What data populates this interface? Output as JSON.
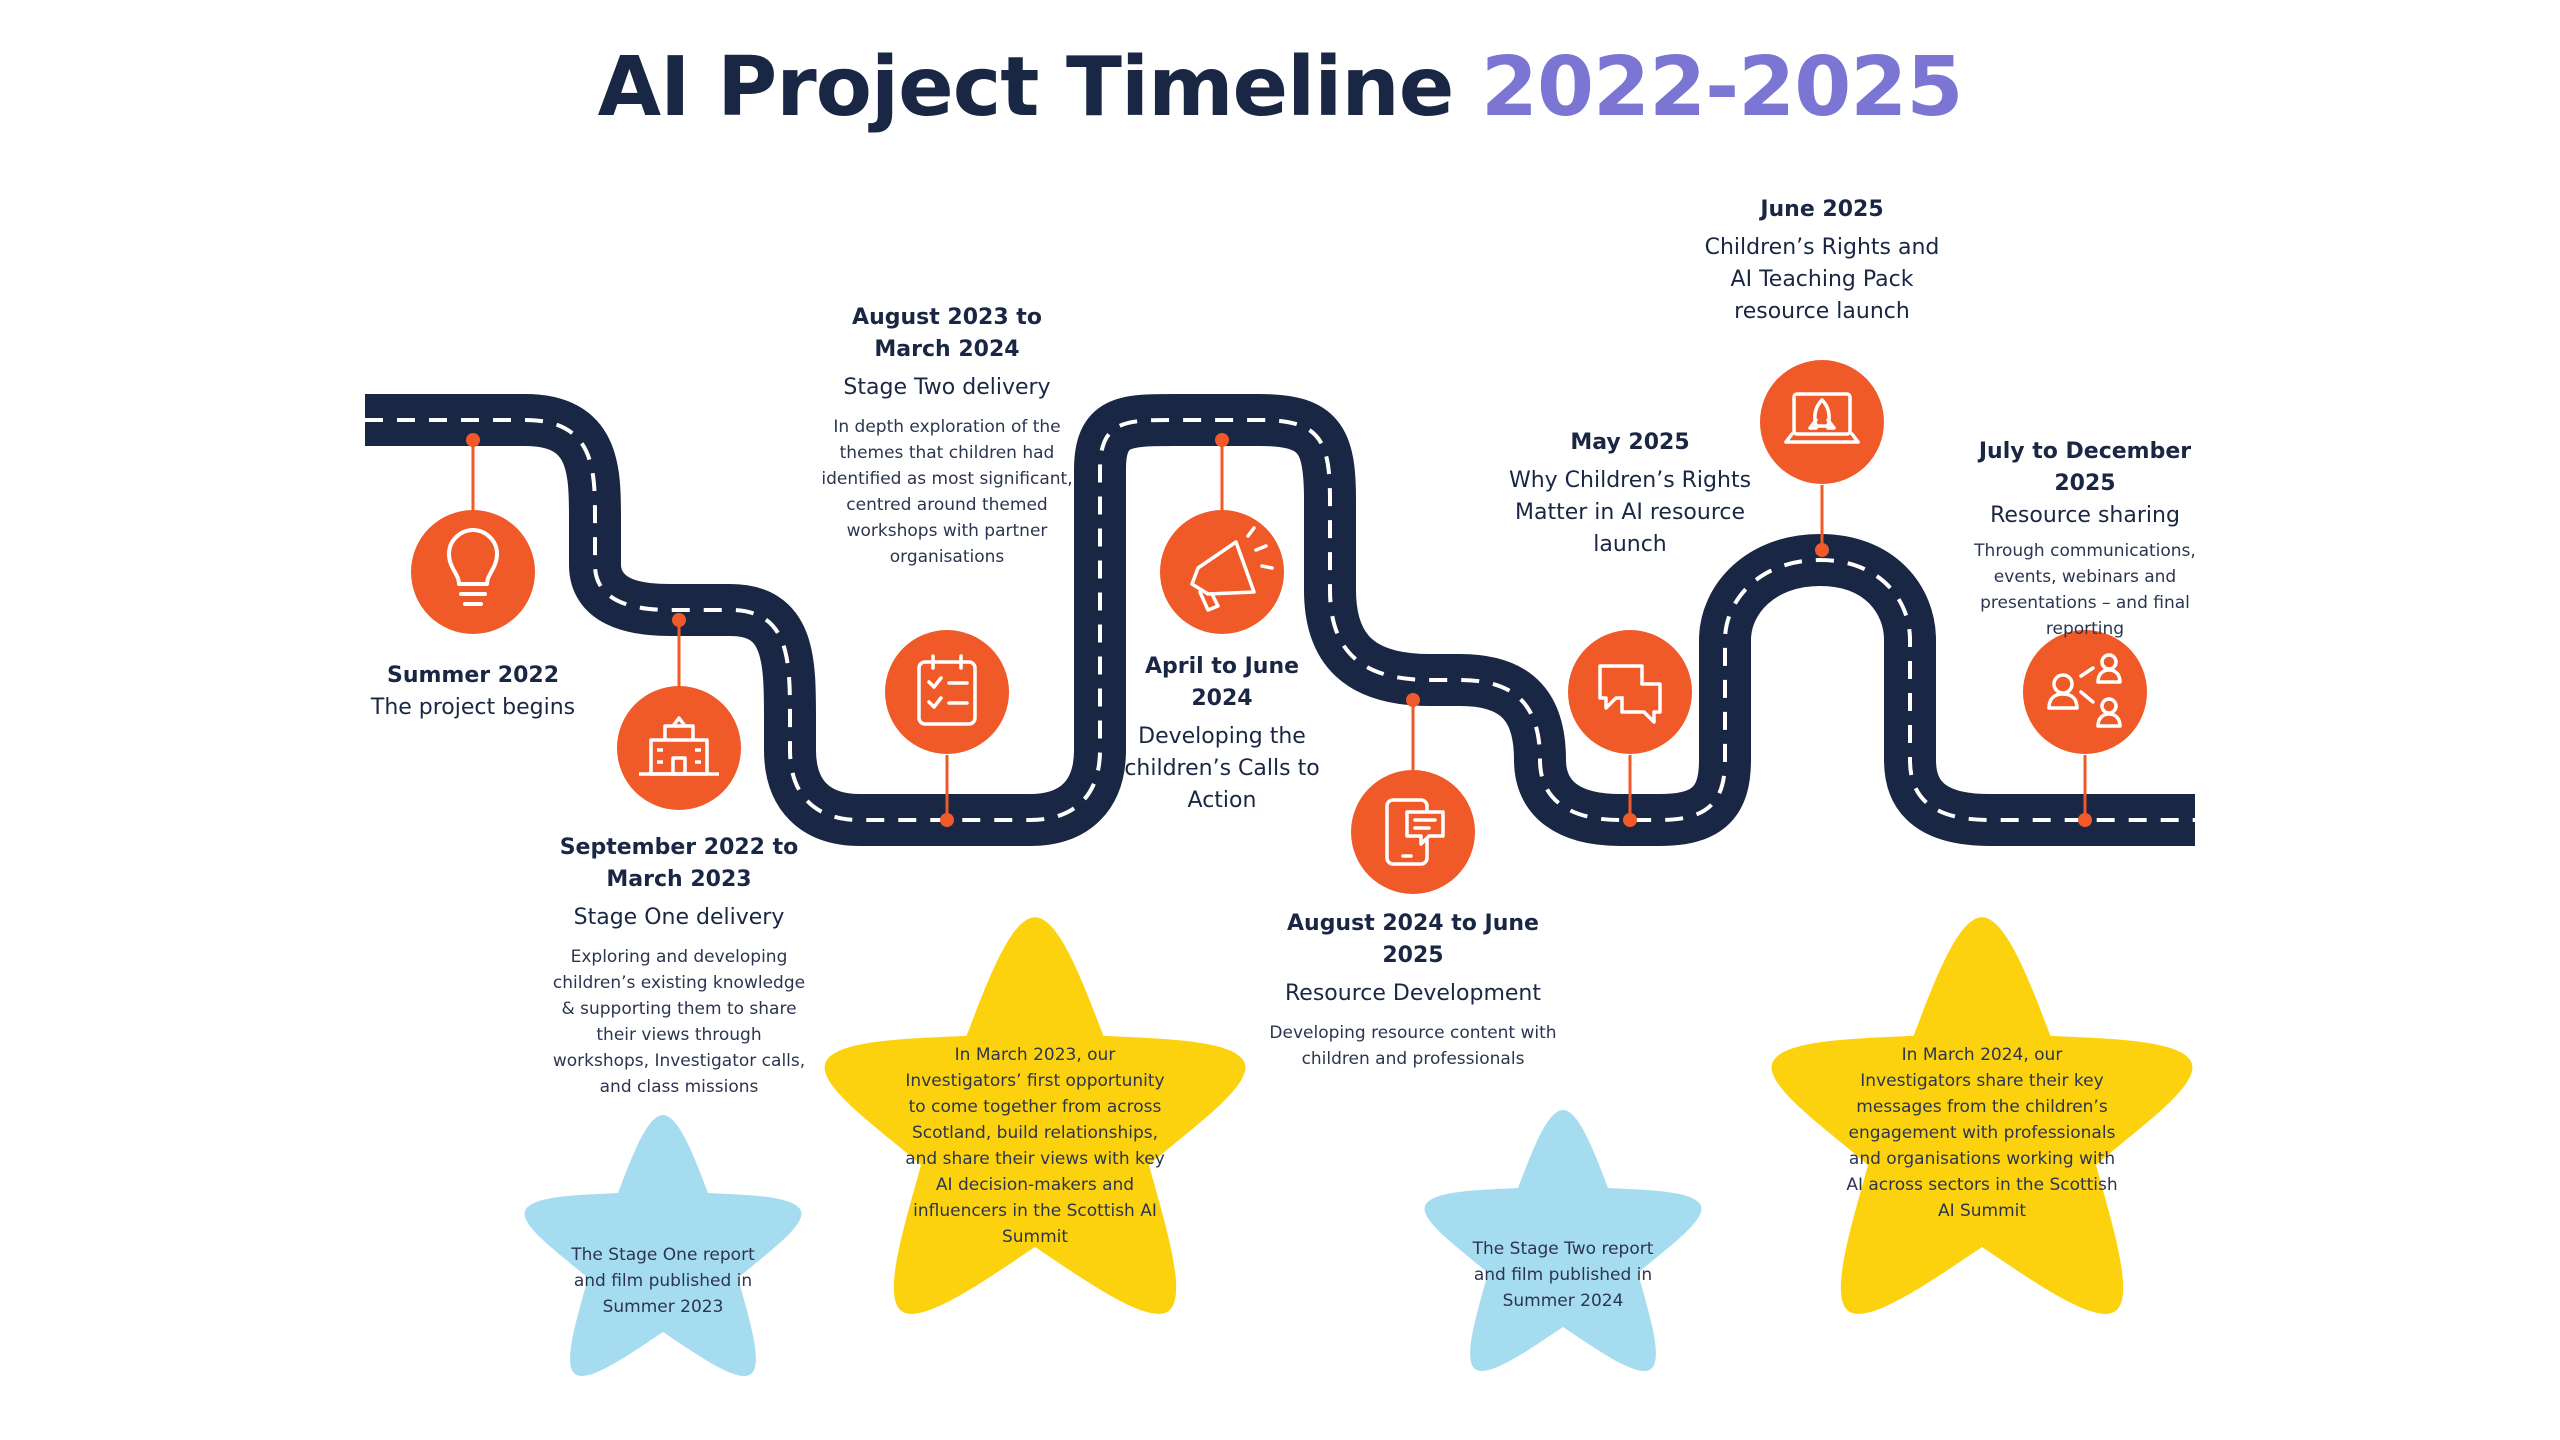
{
  "title": {
    "main": "AI Project Timeline",
    "years": "2022-2025"
  },
  "colors": {
    "road": "#1a2744",
    "accent": "#f05a28",
    "star_yellow": "#fcd20f",
    "star_blue": "#a6dcef",
    "title_years": "#7b76d4"
  },
  "milestones": [
    {
      "title": "Summer 2022",
      "subtitle": "The project begins",
      "description": "",
      "icon": "lightbulb-icon"
    },
    {
      "title": "September 2022 to March 2023",
      "subtitle": "Stage One delivery",
      "description": "Exploring and developing children’s existing knowledge & supporting them to share their views through workshops, Investigator calls, and class missions",
      "icon": "school-building-icon"
    },
    {
      "title": "August 2023 to March 2024",
      "subtitle": "Stage Two delivery",
      "description": "In depth exploration of the themes that children had identified as most significant, centred around themed workshops with partner organisations",
      "icon": "checklist-icon"
    },
    {
      "title": "April to June 2024",
      "subtitle": "Developing the children’s Calls to Action",
      "description": "",
      "icon": "megaphone-icon"
    },
    {
      "title": "August 2024 to June 2025",
      "subtitle": "Resource Development",
      "description": "Developing resource content with children and professionals",
      "icon": "tablet-icon"
    },
    {
      "title": "May 2025",
      "subtitle": "Why Children’s Rights Matter in AI resource launch",
      "description": "",
      "icon": "chat-bubbles-icon"
    },
    {
      "title": "June 2025",
      "subtitle": "Children’s Rights and AI Teaching Pack resource launch",
      "description": "",
      "icon": "laptop-rocket-icon"
    },
    {
      "title": "July to December 2025",
      "subtitle": "Resource sharing",
      "description": "Through communications, events, webinars and presentations – and final reporting",
      "icon": "people-sharing-icon"
    }
  ],
  "stars": [
    {
      "text": "The Stage One report and film published in Summer 2023",
      "color": "blue"
    },
    {
      "text": "In March 2023, our Investigators’ first opportunity to come together from across Scotland, build relationships, and share their views with key AI decision-makers and influencers  in the Scottish AI Summit",
      "color": "yellow"
    },
    {
      "text": "The Stage Two report and film published in Summer 2024",
      "color": "blue"
    },
    {
      "text": "In March 2024, our Investigators share their key messages from the children’s engagement with professionals and organisations working with AI across sectors in the Scottish AI Summit",
      "color": "yellow"
    }
  ]
}
